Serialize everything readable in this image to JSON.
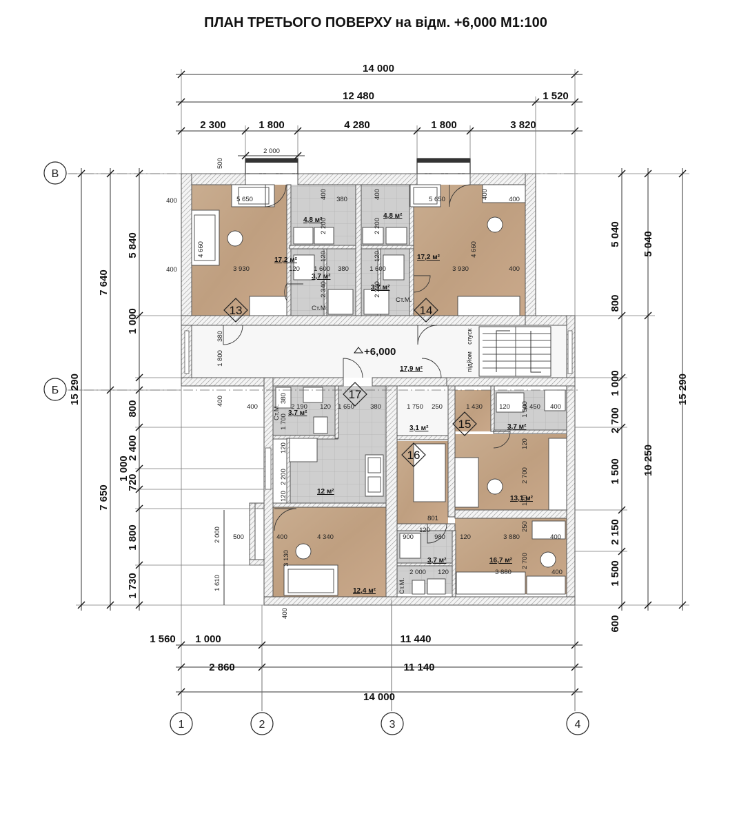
{
  "title": "ПЛАН ТРЕТЬОГО ПОВЕРХУ на відм. +6,000 М1:100",
  "dims_top": {
    "overall": "14 000",
    "row2_left": "12 480",
    "row2_right": "1 520",
    "row3": [
      "2 300",
      "1 800",
      "4 280",
      "1 800",
      "3 820"
    ],
    "window": "2 000",
    "window_depth": "500"
  },
  "dims_bottom": {
    "row1": [
      "1 560",
      "1 000",
      "11 440"
    ],
    "row2": [
      "2 860",
      "11 140"
    ],
    "overall": "14 000",
    "right_600": "600"
  },
  "dims_left": {
    "overall": "15 290",
    "seg": [
      "7 640",
      "7 650"
    ],
    "inner": [
      "5 840",
      "1 000",
      "800",
      "2 400",
      "1 000",
      "720",
      "1 800",
      "1 730"
    ],
    "small": [
      "2 000",
      "1 610",
      "500",
      "400"
    ]
  },
  "dims_right": {
    "overall": "15 290",
    "seg": [
      "5 040",
      "10 250"
    ],
    "inner": [
      "5 040",
      "800",
      "1 000",
      "2 700",
      "1 500",
      "2 150",
      "1 500"
    ]
  },
  "axes": {
    "rows": [
      "В",
      "Б"
    ],
    "cols": [
      "1",
      "2",
      "3",
      "4"
    ]
  },
  "elevation": "+6,000",
  "rooms": [
    {
      "num": "13",
      "area": "17,2 м²"
    },
    {
      "num": "14",
      "area": "17,2 м²"
    },
    {
      "num": "15",
      "area": "13,1 м²"
    },
    {
      "num": "16",
      "area": "3,1 м²"
    },
    {
      "num": "17",
      "area": "12 м²"
    }
  ],
  "areas": {
    "wc_a": "4,8 м²",
    "wc_b": "4,8 м²",
    "bath_a": "3,7 м²",
    "bath_b": "3,7 м²",
    "corridor": "17,9 м²",
    "bath_17": "3,7 м²",
    "bath_15": "3,7 м²",
    "room_124": "12,4 м²",
    "bath_s": "3,7 м²",
    "kitchen_s": "16,7 м²"
  },
  "labels": {
    "stm": "Ст.М.",
    "spusk": "спуск",
    "pidiom": "підйом"
  },
  "interior": {
    "r13": [
      "5 650",
      "4 660",
      "3 930",
      "400",
      "400",
      "120"
    ],
    "wc": [
      "400",
      "380",
      "2 200",
      "1 600",
      "380",
      "120",
      "2 340",
      "120"
    ],
    "r14": [
      "5 650",
      "4 660",
      "3 930",
      "400",
      "400",
      "400"
    ],
    "c1": [
      "380",
      "1 800"
    ],
    "b17": [
      "400",
      "2 190",
      "120",
      "1 650",
      "380",
      "1 700",
      "380",
      "120",
      "2 200",
      "120"
    ],
    "b16": [
      "1 750",
      "250",
      "1 430",
      "120",
      "1 450",
      "400",
      "1 500",
      "120",
      "2 700",
      "120"
    ],
    "s": [
      "400",
      "4 340",
      "3 130",
      "900",
      "980",
      "120",
      "3 880",
      "250",
      "400",
      "2 000",
      "120",
      "3 880",
      "2 700",
      "400",
      "801",
      "120"
    ]
  }
}
